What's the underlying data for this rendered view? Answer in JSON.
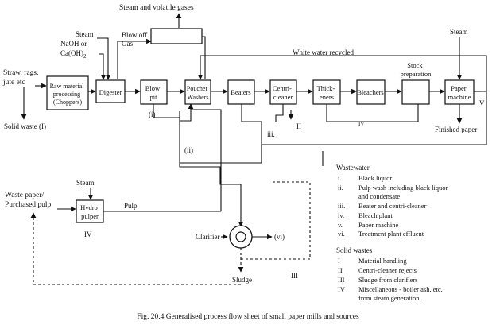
{
  "top_label": "Steam and volatile gases",
  "inputs": {
    "steam_digester": "Steam",
    "naoh_line1": "NaOH or",
    "naoh_line2": "Ca(OH)",
    "naoh_sub": "2",
    "blow_off_line1": "Blow off",
    "blow_off_line2": "Gas",
    "straw_line1": "Straw, rags,",
    "straw_line2": "jute etc",
    "steam_paper_machine": "Steam",
    "steam_hydro": "Steam",
    "waste_paper_line1": "Waste paper/",
    "waste_paper_line2": "Purchased pulp"
  },
  "white_water": "White water recycled",
  "boxes": {
    "raw_material": [
      "Raw material",
      "processing",
      "(Choppers)"
    ],
    "digester": [
      "Digester"
    ],
    "blow_pit": [
      "Blow",
      "pit"
    ],
    "poucher": [
      "Poucher",
      "Washers"
    ],
    "beaters": [
      "Beaters"
    ],
    "centri": [
      "Centri-",
      "cleaner"
    ],
    "thickeners": [
      "Thick-",
      "eners"
    ],
    "bleachers": [
      "Bleachers"
    ],
    "stock_prep": [
      "Stock",
      "preparation"
    ],
    "paper_machine": [
      "Paper",
      "machine"
    ],
    "hydro_pulper": [
      "Hydro",
      "pulper"
    ]
  },
  "markers": {
    "i": "(i)",
    "ii": "(ii)",
    "iii": "iii.",
    "iv": "IV",
    "v": "V",
    "II": "II",
    "vi": "(vi)",
    "hydro_IV": "IV",
    "III": "III"
  },
  "labels": {
    "solid_waste": "Solid waste (I)",
    "finished_paper": "Finished paper",
    "pulp": "Pulp",
    "clarifier": "Clarifier",
    "sludge": "Sludge"
  },
  "legend": {
    "wastewater_title": "Wastewater",
    "wastewater": [
      {
        "num": "i.",
        "text": "Black liquor"
      },
      {
        "num": "ii.",
        "text": "Pulp wash including black liquor"
      },
      {
        "num": "",
        "text": "and condensate"
      },
      {
        "num": "iii.",
        "text": "Beater and centri-cleaner"
      },
      {
        "num": "iv.",
        "text": "Bleach plant"
      },
      {
        "num": "v.",
        "text": "Paper machine"
      },
      {
        "num": "vi.",
        "text": "Treatment plant effluent"
      }
    ],
    "solid_title": "Solid wastes",
    "solid": [
      {
        "num": "I",
        "text": "Material handling"
      },
      {
        "num": "II",
        "text": "Centri-cleaner rejects"
      },
      {
        "num": "III",
        "text": "Sludge from clarifiers"
      },
      {
        "num": "IV",
        "text": "Miscellaneous - boiler ash, etc."
      },
      {
        "num": "",
        "text": "from steam generation."
      }
    ]
  },
  "caption": "Fig. 20.4 Generalised process flow sheet of small paper mills and sources"
}
